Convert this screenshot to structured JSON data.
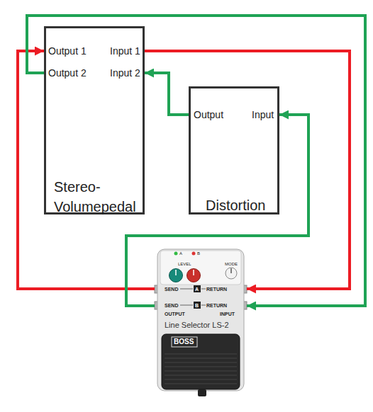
{
  "diagram": {
    "nodes": [
      {
        "text": [
          "Output 1",
          "Input 1",
          "Output 2",
          "Input 2",
          "Stereo- Volumepedal"
        ]
      },
      {
        "text": [
          "Output",
          "Input",
          "Distortion"
        ]
      },
      {
        "text": [
          "A",
          "B",
          "LEVEL",
          "MODE",
          "SEND",
          "A",
          "RETURN",
          "SEND",
          "B",
          "RETURN",
          "OUTPUT",
          "INPUT",
          "Line Selector LS-2",
          "BOSS"
        ]
      }
    ],
    "edges": [
      {
        "from": 2,
        "to": 0,
        "arrow": "to"
      },
      {
        "from": 0,
        "to": 2,
        "arrow": "to"
      },
      {
        "from": 0,
        "to": 2,
        "arrow": "to"
      },
      {
        "from": 1,
        "to": 0,
        "arrow": "to"
      },
      {
        "from": 2,
        "to": 1,
        "arrow": "to"
      }
    ]
  }
}
